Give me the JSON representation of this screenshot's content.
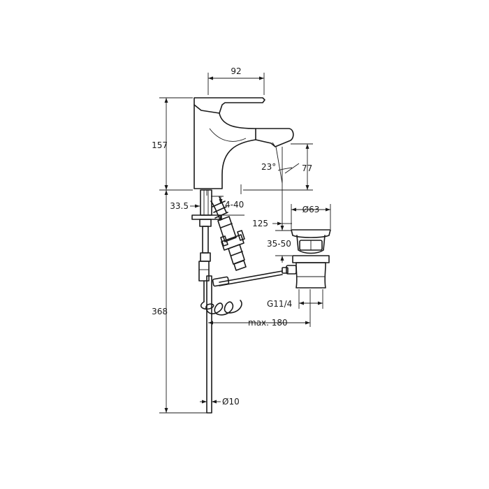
{
  "dimensions": {
    "spout_projection": "92",
    "tap_height": "157",
    "total_height": "368",
    "mount_dia": "33.5",
    "deck_thickness": "4-40",
    "outlet_height": "77",
    "spout_angle": "23°",
    "spout_reach": "125",
    "waste_dia": "Ø63",
    "waste_range": "35-50",
    "waste_thread": "G11/4",
    "rod_length": "max. 180",
    "rod_dia": "Ø10"
  }
}
